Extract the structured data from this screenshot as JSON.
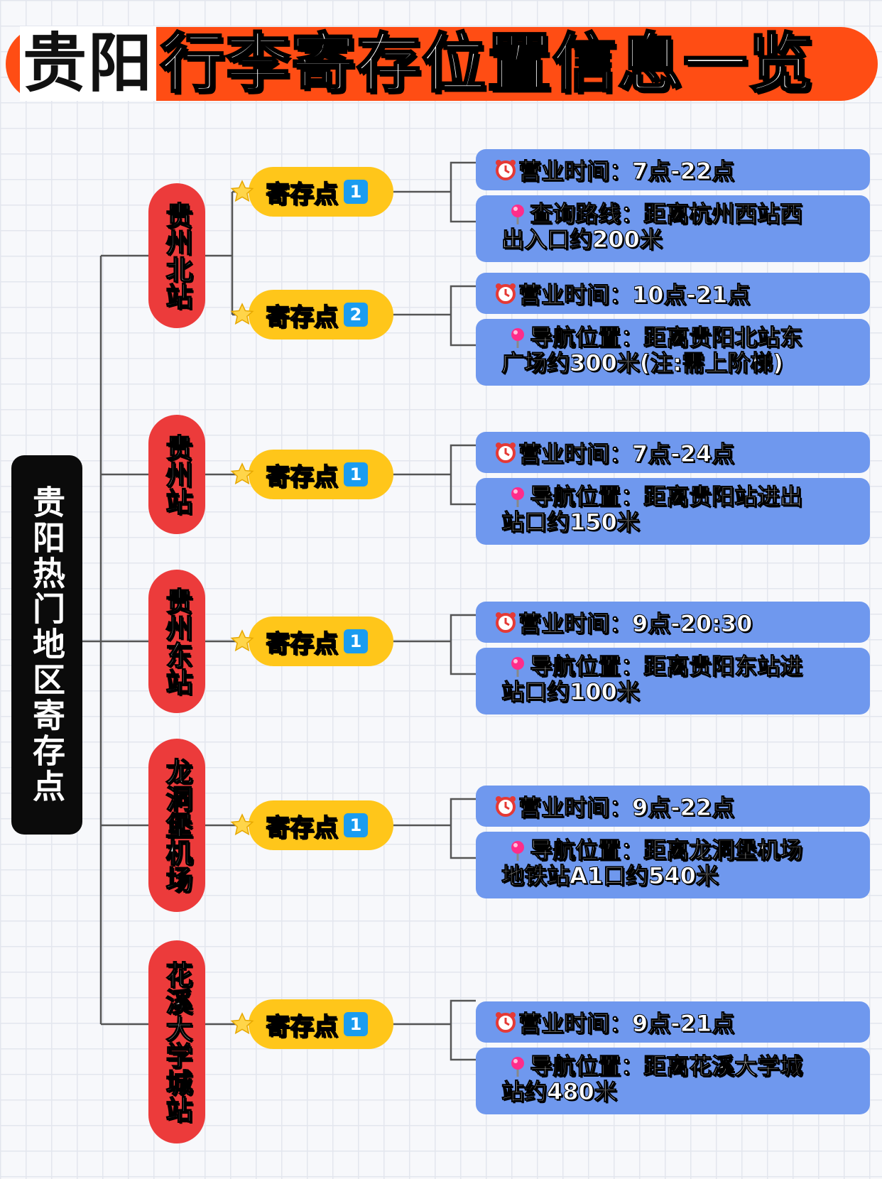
{
  "title": {
    "highlight": "贵阳",
    "rest": "行李寄存位置信息一览"
  },
  "root": {
    "label": "贵阳热门地区寄存点"
  },
  "colors": {
    "banner": "#ff4d14",
    "root": "#0b0b0b",
    "station": "#ec3b3b",
    "pill": "#ffc61a",
    "info": "#6f98ee",
    "badge": "#1a9cf0"
  },
  "stations": [
    {
      "name": "贵州北站",
      "points": [
        {
          "label": "寄存点",
          "num": "1",
          "hours": "营业时间：7点-22点",
          "route_line1": "查询路线：距离杭州西站西",
          "route_line2": "出入口约200米"
        },
        {
          "label": "寄存点",
          "num": "2",
          "hours": "营业时间：10点-21点",
          "route_line1": "导航位置：距离贵阳北站东",
          "route_line2": "广场约300米(注:需上阶梯)"
        }
      ]
    },
    {
      "name": "贵州站",
      "points": [
        {
          "label": "寄存点",
          "num": "1",
          "hours": "营业时间：7点-24点",
          "route_line1": "导航位置：距离贵阳站进出",
          "route_line2": "站口约150米"
        }
      ]
    },
    {
      "name": "贵州东站",
      "points": [
        {
          "label": "寄存点",
          "num": "1",
          "hours": "营业时间：9点-20:30",
          "route_line1": "导航位置：距离贵阳东站进",
          "route_line2": "站口约100米"
        }
      ]
    },
    {
      "name": "龙洞堡机场",
      "points": [
        {
          "label": "寄存点",
          "num": "1",
          "hours": "营业时间：9点-22点",
          "route_line1": "导航位置：距离龙洞堡机场",
          "route_line2": "地铁站A1口约540米"
        }
      ]
    },
    {
      "name": "花溪大学城站",
      "points": [
        {
          "label": "寄存点",
          "num": "1",
          "hours": "营业时间：9点-21点",
          "route_line1": "导航位置：距离花溪大学城",
          "route_line2": "站约480米"
        }
      ]
    }
  ]
}
